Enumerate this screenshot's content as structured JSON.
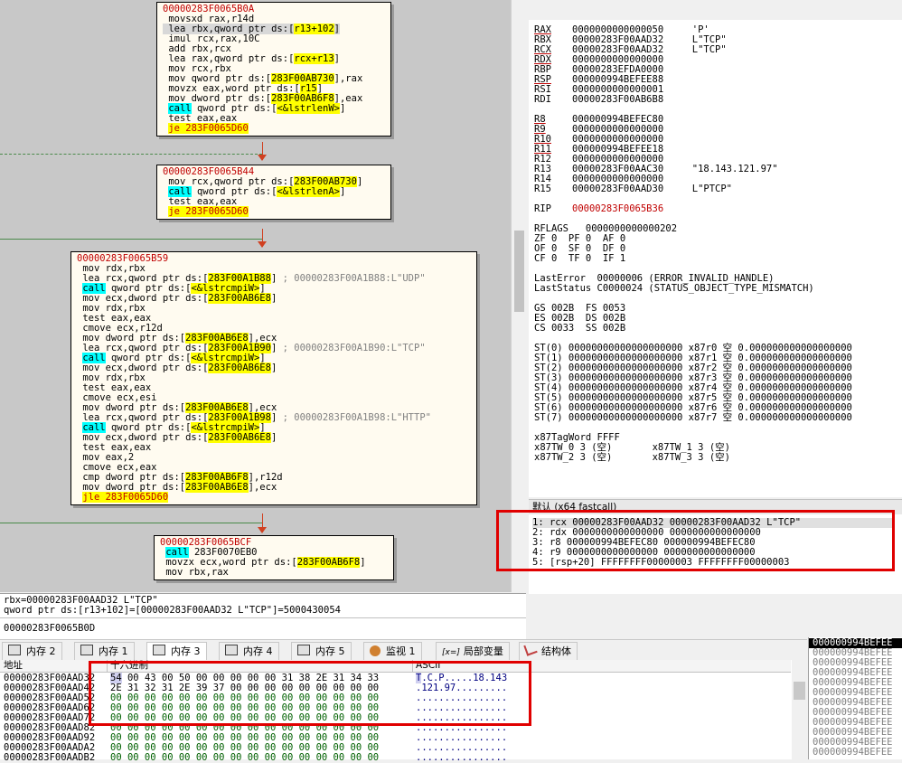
{
  "graph": {
    "block1": {
      "title": "00000283F0065B0A",
      "lines": [
        " movsxd rax,r14d",
        " lea rbx,qword ptr ds:[r13+102]",
        " imul rcx,rax,10C",
        " add rbx,rcx",
        " lea rax,qword ptr ds:[rcx+r13]",
        " mov rcx,rbx",
        " mov qword ptr ds:[283F00AB730],rax",
        " movzx eax,word ptr ds:[r15]",
        " mov dword ptr ds:[283F00AB6F8],eax",
        " call qword ptr ds:[<&lstrlenW>]",
        " test eax,eax",
        " je 283F0065D60"
      ]
    },
    "block2": {
      "title": "00000283F0065B44",
      "lines": [
        " mov rcx,qword ptr ds:[283F00AB730]",
        " call qword ptr ds:[<&lstrlenA>]",
        " test eax,eax",
        " je 283F0065D60"
      ]
    },
    "block3": {
      "title": "00000283F0065B59",
      "lines": [
        " mov rdx,rbx",
        " lea rcx,qword ptr ds:[283F00A1B88] ; 00000283F00A1B88:L\"UDP\"",
        " call qword ptr ds:[<&lstrcmpiW>]",
        " mov ecx,dword ptr ds:[283F00AB6E8]",
        " mov rdx,rbx",
        " test eax,eax",
        " cmove ecx,r12d",
        " mov dword ptr ds:[283F00AB6E8],ecx",
        " lea rcx,qword ptr ds:[283F00A1B90] ; 00000283F00A1B90:L\"TCP\"",
        " call qword ptr ds:[<&lstrcmpiW>]",
        " mov ecx,dword ptr ds:[283F00AB6E8]",
        " mov rdx,rbx",
        " test eax,eax",
        " cmove ecx,esi",
        " mov dword ptr ds:[283F00AB6E8],ecx",
        " lea rcx,qword ptr ds:[283F00A1B98] ; 00000283F00A1B98:L\"HTTP\"",
        " call qword ptr ds:[<&lstrcmpiW>]",
        " mov ecx,dword ptr ds:[283F00AB6E8]",
        " test eax,eax",
        " mov eax,2",
        " cmove ecx,eax",
        " cmp dword ptr ds:[283F00AB6F8],r12d",
        " mov dword ptr ds:[283F00AB6E8],ecx",
        " jle 283F0065D60"
      ]
    },
    "block4": {
      "title": "00000283F0065BCF",
      "lines": [
        " call 283F0070EB0",
        " movzx ecx,word ptr ds:[283F00AB6F8]",
        " mov rbx,rax"
      ]
    }
  },
  "registers": {
    "gp": [
      {
        "name": "RAX",
        "value": "0000000000000050",
        "note": "'P'"
      },
      {
        "name": "RBX",
        "value": "00000283F00AAD32",
        "note": "L\"TCP\""
      },
      {
        "name": "RCX",
        "value": "00000283F00AAD32",
        "note": "L\"TCP\""
      },
      {
        "name": "RDX",
        "value": "0000000000000000",
        "note": ""
      },
      {
        "name": "RBP",
        "value": "00000283EFDA0000",
        "note": ""
      },
      {
        "name": "RSP",
        "value": "000000994BEFEE88",
        "note": ""
      },
      {
        "name": "RSI",
        "value": "0000000000000001",
        "note": ""
      },
      {
        "name": "RDI",
        "value": "00000283F00AB6B8",
        "note": ""
      }
    ],
    "ext": [
      {
        "name": "R8",
        "value": "000000994BEFEC80",
        "note": ""
      },
      {
        "name": "R9",
        "value": "0000000000000000",
        "note": ""
      },
      {
        "name": "R10",
        "value": "0000000000000000",
        "note": ""
      },
      {
        "name": "R11",
        "value": "000000994BEFEE18",
        "note": ""
      },
      {
        "name": "R12",
        "value": "0000000000000000",
        "note": ""
      },
      {
        "name": "R13",
        "value": "00000283F00AAC30",
        "note": "\"18.143.121.97\""
      },
      {
        "name": "R14",
        "value": "0000000000000000",
        "note": ""
      },
      {
        "name": "R15",
        "value": "00000283F00AAD30",
        "note": "L\"PTCP\""
      }
    ],
    "rip": {
      "name": "RIP",
      "value": "00000283F0065B36"
    },
    "rflags_line": "RFLAGS   0000000000000202",
    "flags_lines": [
      "ZF 0  PF 0  AF 0",
      "OF 0  SF 0  DF 0",
      "CF 0  TF 0  IF 1"
    ],
    "last_error": "LastError  00000006 (ERROR_INVALID_HANDLE)",
    "last_status": "LastStatus C0000024 (STATUS_OBJECT_TYPE_MISMATCH)",
    "seg_lines": [
      "GS 002B  FS 0053",
      "ES 002B  DS 002B",
      "CS 0033  SS 002B"
    ],
    "st_lines": [
      "ST(0) 00000000000000000000 x87r0 空 0.000000000000000000",
      "ST(1) 00000000000000000000 x87r1 空 0.000000000000000000",
      "ST(2) 00000000000000000000 x87r2 空 0.000000000000000000",
      "ST(3) 00000000000000000000 x87r3 空 0.000000000000000000",
      "ST(4) 00000000000000000000 x87r4 空 0.000000000000000000",
      "ST(5) 00000000000000000000 x87r5 空 0.000000000000000000",
      "ST(6) 00000000000000000000 x87r6 空 0.000000000000000000",
      "ST(7) 00000000000000000000 x87r7 空 0.000000000000000000"
    ],
    "tag_line": "x87TagWord FFFF",
    "tw_line1": "x87TW_0 3 (空)       x87TW_1 3 (空)",
    "tw_line2": "x87TW_2 3 (空)       x87TW_3 3 (空)"
  },
  "args": {
    "header": "默认 (x64 fastcall)",
    "lines": [
      "1: rcx 00000283F00AAD32 00000283F00AAD32 L\"TCP\"",
      "2: rdx 0000000000000000 0000000000000000",
      "3: r8 000000994BEFEC80 000000994BEFEC80",
      "4: r9 0000000000000000 0000000000000000",
      "5: [rsp+20] FFFFFFFF00000003 FFFFFFFF00000003"
    ]
  },
  "info": {
    "line1": "rbx=00000283F00AAD32 L\"TCP\"",
    "line2": "qword ptr ds:[r13+102]=[00000283F00AAD32 L\"TCP\"]=5000430054",
    "line3": "00000283F0065B0D"
  },
  "tabs": [
    {
      "label": "内存 2"
    },
    {
      "label": "内存 1"
    },
    {
      "label": "内存 3"
    },
    {
      "label": "内存 4"
    },
    {
      "label": "内存 5"
    },
    {
      "label": "监视 1"
    },
    {
      "label": "局部变量",
      "prefix": "[x=]"
    },
    {
      "label": "结构体"
    }
  ],
  "dump": {
    "col_addr": "地址",
    "col_hex": "十六进制",
    "col_ascii": "ASCII",
    "rows": [
      {
        "addr": "00000283F00AAD32",
        "hex": "54 00 43 00 50 00 00 00 00 00 31 38 2E 31 34 33",
        "ascii": "T.C.P.....18.143"
      },
      {
        "addr": "00000283F00AAD42",
        "hex": "2E 31 32 31 2E 39 37 00 00 00 00 00 00 00 00 00",
        "ascii": ".121.97........."
      },
      {
        "addr": "00000283F00AAD52",
        "hex": "00 00 00 00 00 00 00 00 00 00 00 00 00 00 00 00",
        "ascii": "................"
      },
      {
        "addr": "00000283F00AAD62",
        "hex": "00 00 00 00 00 00 00 00 00 00 00 00 00 00 00 00",
        "ascii": "................"
      },
      {
        "addr": "00000283F00AAD72",
        "hex": "00 00 00 00 00 00 00 00 00 00 00 00 00 00 00 00",
        "ascii": "................"
      },
      {
        "addr": "00000283F00AAD82",
        "hex": "00 00 00 00 00 00 00 00 00 00 00 00 00 00 00 00",
        "ascii": "................"
      },
      {
        "addr": "00000283F00AAD92",
        "hex": "00 00 00 00 00 00 00 00 00 00 00 00 00 00 00 00",
        "ascii": "................"
      },
      {
        "addr": "00000283F00AADA2",
        "hex": "00 00 00 00 00 00 00 00 00 00 00 00 00 00 00 00",
        "ascii": "................"
      },
      {
        "addr": "00000283F00AADB2",
        "hex": "00 00 00 00 00 00 00 00 00 00 00 00 00 00 00 00",
        "ascii": "................"
      }
    ]
  },
  "stack": [
    "000000994BEFEE",
    "000000994BEFEE",
    "000000994BEFEE",
    "000000994BEFEE",
    "000000994BEFEE",
    "000000994BEFEE",
    "000000994BEFEE",
    "000000994BEFEE",
    "000000994BEFEE",
    "000000994BEFEE",
    "000000994BEFEE",
    "000000994BEFEE"
  ],
  "colors": {
    "highlight_box": "#e00000",
    "call": "#00ffff",
    "mem": "#ffff00",
    "addr": "#c00000"
  }
}
